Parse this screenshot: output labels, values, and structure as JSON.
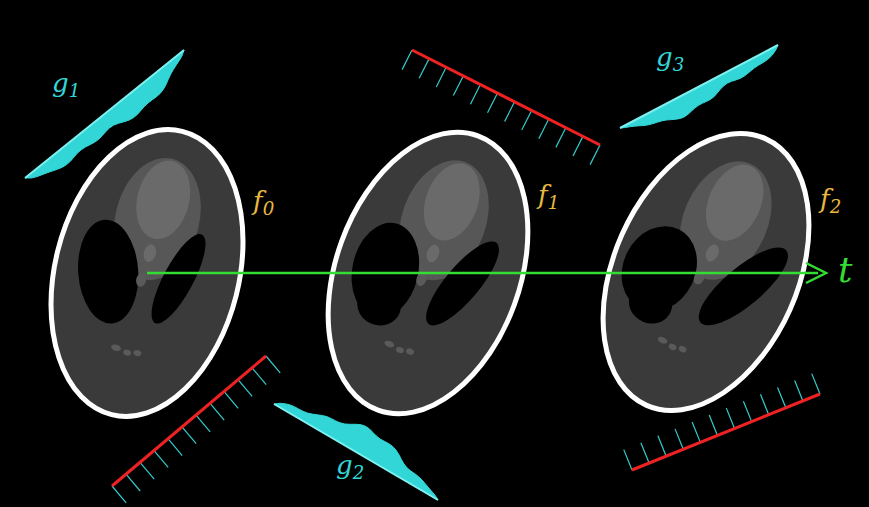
{
  "diagram": {
    "labels": [
      "g1",
      "f0",
      "f1",
      "f2",
      "g2",
      "g3",
      "t"
    ]
  }
}
